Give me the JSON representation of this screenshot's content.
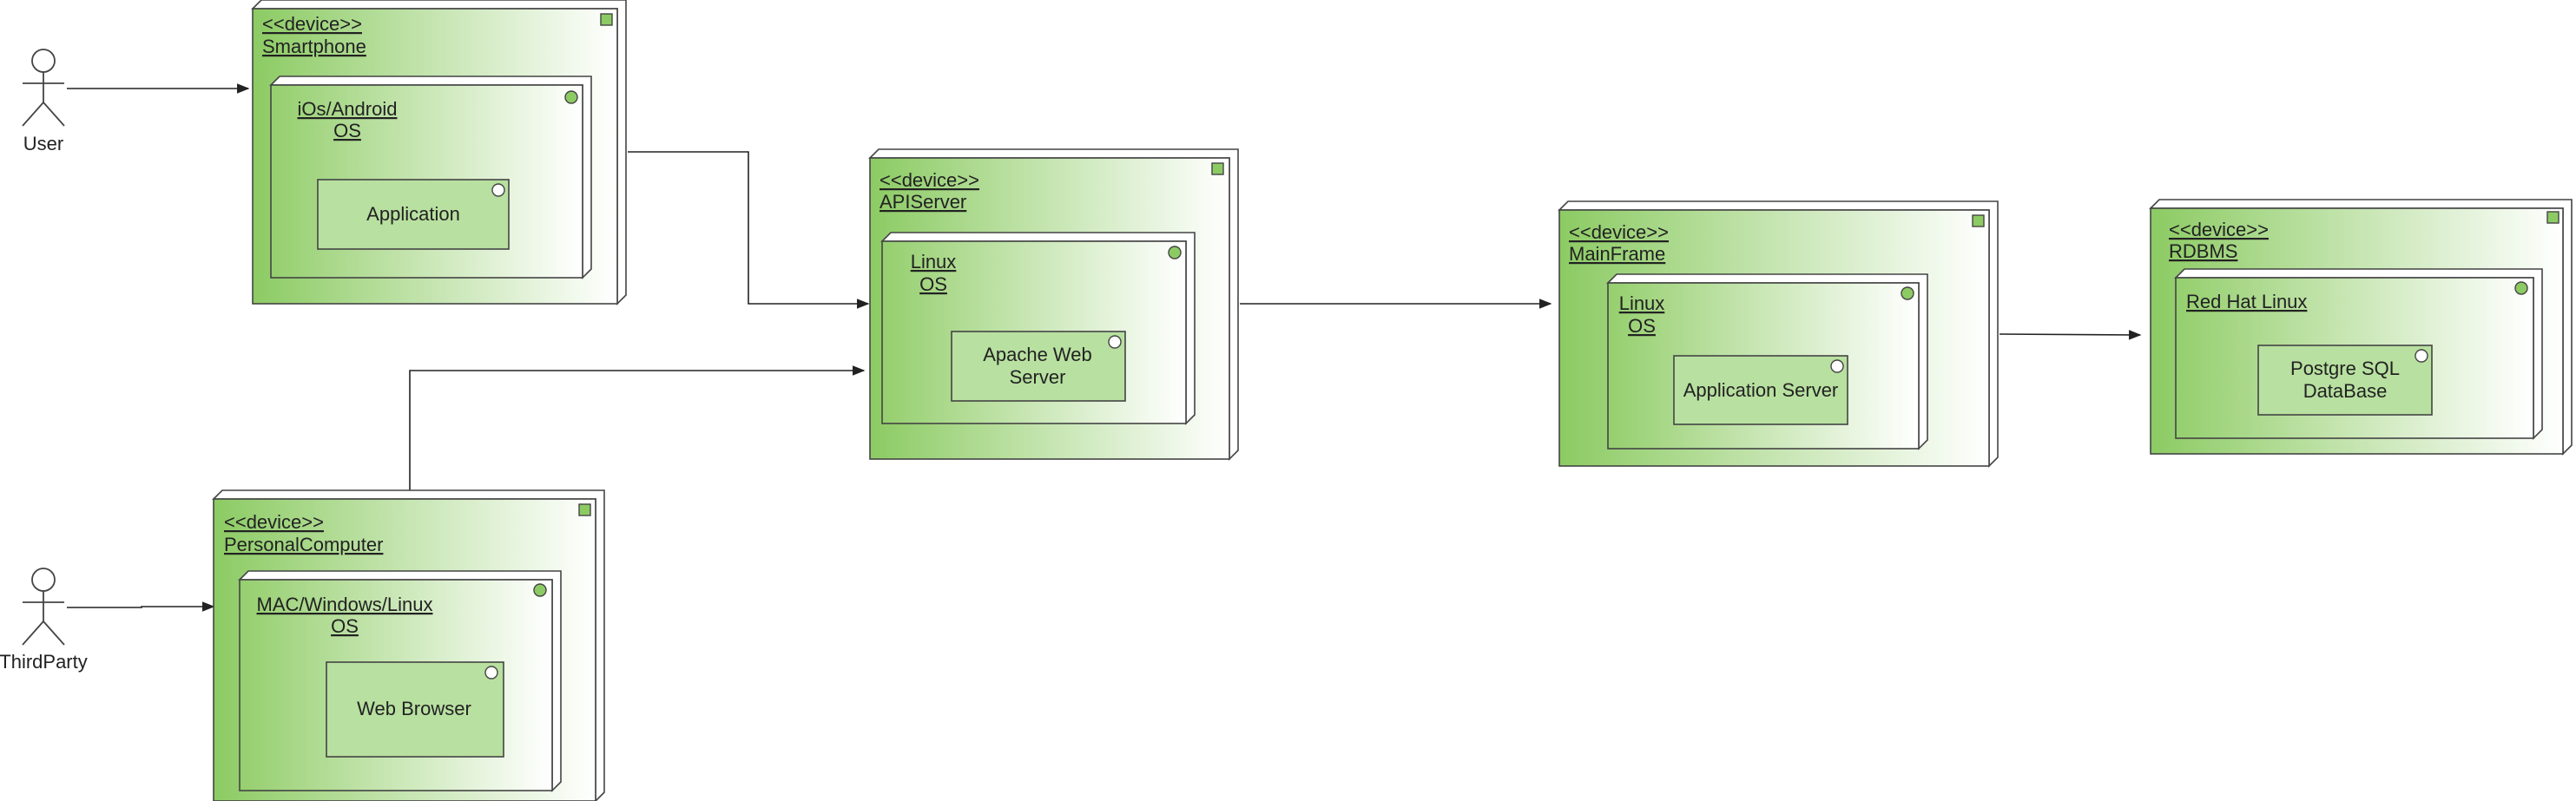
{
  "actors": {
    "user": "User",
    "thirdparty": "ThirdParty"
  },
  "nodes": {
    "smartphone": {
      "stereotype": "<<device>>",
      "name": "Smartphone",
      "os_line1": "iOs/Android",
      "os_line2": "OS",
      "component": "Application"
    },
    "personal_computer": {
      "stereotype": "<<device>>",
      "name": "PersonalComputer",
      "os_line1": "MAC/Windows/Linux",
      "os_line2": "OS",
      "component": "Web Browser"
    },
    "api_server": {
      "stereotype": "<<device>>",
      "name": "APIServer",
      "os_line1": "Linux",
      "os_line2": "OS",
      "component_line1": "Apache Web",
      "component_line2": "Server"
    },
    "mainframe": {
      "stereotype": "<<device>>",
      "name": "MainFrame",
      "os_line1": "Linux",
      "os_line2": "OS",
      "component": "Application Server"
    },
    "rdbms": {
      "stereotype": "<<device>>",
      "name": "RDBMS",
      "os_line1": "Red Hat Linux",
      "component_line1": "Postgre SQL",
      "component_line2": "DataBase"
    }
  },
  "colors": {
    "node_dark": "#8ccb63",
    "node_light": "#ffffff",
    "component_fill": "#b8e0a0",
    "stroke": "#444444"
  }
}
